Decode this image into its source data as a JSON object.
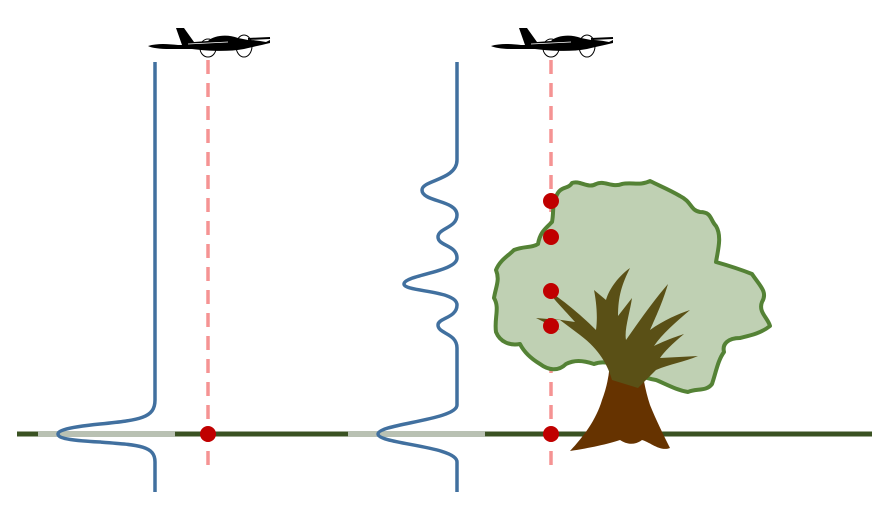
{
  "colors": {
    "ground": "#3a5222",
    "ground_footprint": "#b9c1b3",
    "waveform": "#41709f",
    "laser_beam": "#f59393",
    "return_point": "#c00000",
    "canopy_fill": "#bfd0b3",
    "canopy_stroke": "#548235",
    "trunk": "#663300",
    "branches": "#5a5016",
    "aircraft": "#000000"
  },
  "scenes": [
    {
      "target": "bare-ground",
      "returns": 1
    },
    {
      "target": "tree",
      "returns": 5
    }
  ]
}
